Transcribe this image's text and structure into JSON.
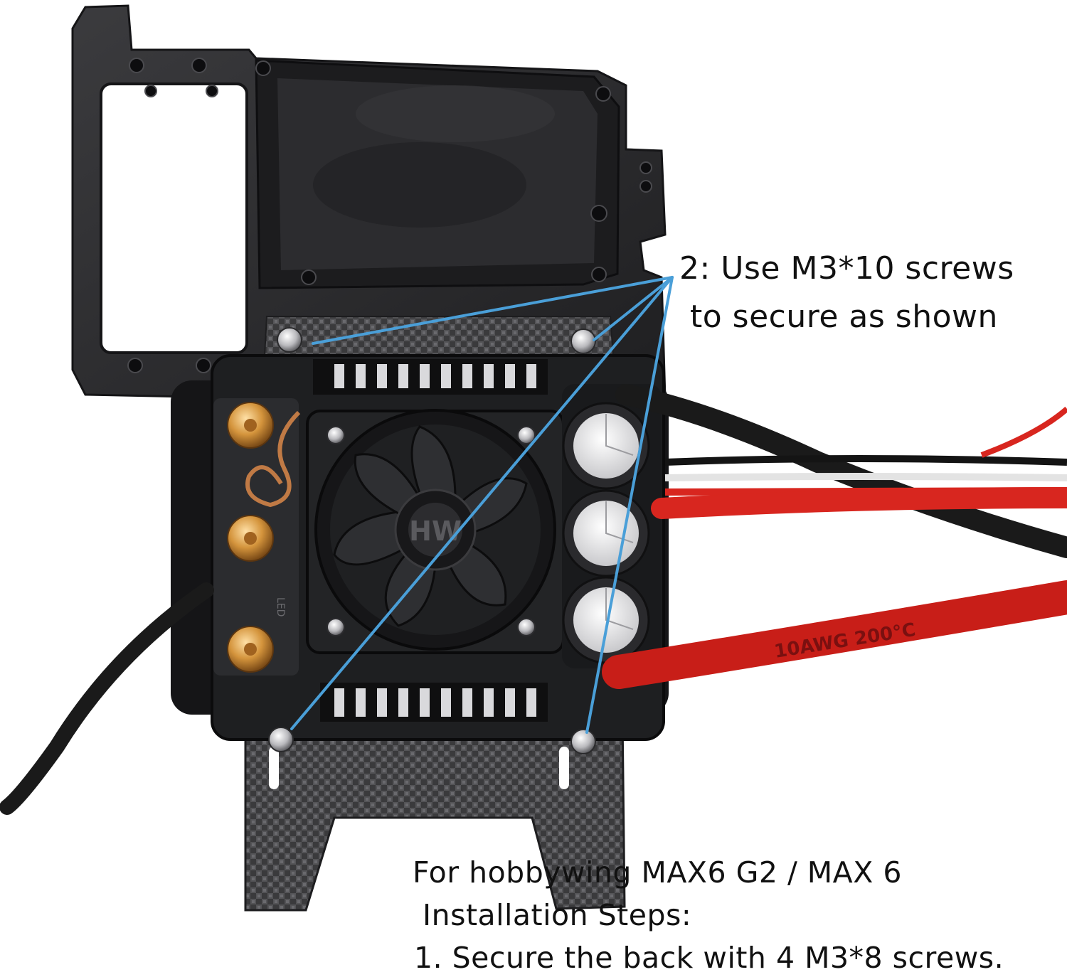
{
  "annotations": {
    "top_callout": {
      "line1": "2: Use M3*10 screws",
      "line2": "to secure as shown"
    },
    "caption": {
      "line1": "For hobbywing MAX6 G2 / MAX 6",
      "line2": "Installation Steps:",
      "line3": "1. Secure the back with 4 M3*8 screws."
    }
  },
  "product_markings": {
    "fan_logo": "HW",
    "wire_text": "10AWG 200°C",
    "led_label": "LED"
  },
  "colors": {
    "background": "#ffffff",
    "plastic_frame": "#2b2b2d",
    "esc_body": "#1e1f21",
    "carbon_plate": "#3a3a3c",
    "pointer_line": "#4a9fd8",
    "wire_red": "#d8261f",
    "wire_black": "#1a1a1a",
    "bullet_gold": "#d4943c"
  }
}
